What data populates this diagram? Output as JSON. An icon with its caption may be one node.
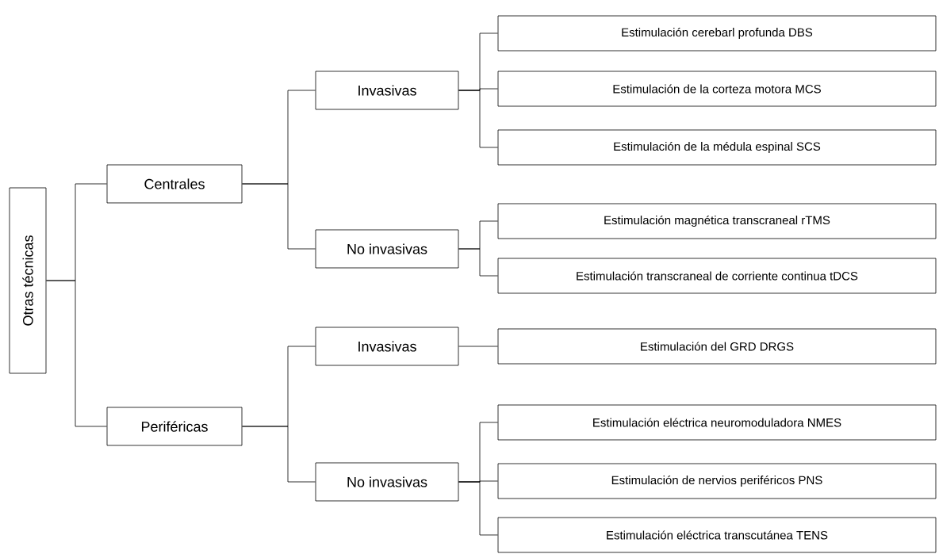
{
  "diagram": {
    "nodes": [
      {
        "text": [
          "Otras técnicas"
        ]
      },
      {
        "text": [
          "Centrales"
        ]
      },
      {
        "text": [
          "Periféricas"
        ]
      },
      {
        "text": [
          "Invasivas"
        ]
      },
      {
        "text": [
          "No invasivas"
        ]
      },
      {
        "text": [
          "Invasivas"
        ]
      },
      {
        "text": [
          "No invasivas"
        ]
      },
      {
        "text": [
          "Estimulación cerebarl profunda DBS"
        ]
      },
      {
        "text": [
          "Estimulación de la corteza motora MCS"
        ]
      },
      {
        "text": [
          "Estimulación de la médula espinal SCS"
        ]
      },
      {
        "text": [
          "Estimulación magnética transcraneal rTMS"
        ]
      },
      {
        "text": [
          "Estimulación transcraneal de corriente continua tDCS"
        ]
      },
      {
        "text": [
          "Estimulación del GRD DRGS"
        ]
      },
      {
        "text": [
          "Estimulación eléctrica neuromoduladora NMES"
        ]
      },
      {
        "text": [
          "Estimulación de nervios periféricos PNS"
        ]
      },
      {
        "text": [
          "Estimulación eléctrica transcutánea TENS"
        ]
      }
    ],
    "edges": [
      {
        "from": 0,
        "to": 1,
        "arrow": "none"
      },
      {
        "from": 0,
        "to": 2,
        "arrow": "none"
      },
      {
        "from": 1,
        "to": 3,
        "arrow": "none"
      },
      {
        "from": 1,
        "to": 4,
        "arrow": "none"
      },
      {
        "from": 2,
        "to": 5,
        "arrow": "none"
      },
      {
        "from": 2,
        "to": 6,
        "arrow": "none"
      },
      {
        "from": 3,
        "to": 7,
        "arrow": "none"
      },
      {
        "from": 3,
        "to": 8,
        "arrow": "none"
      },
      {
        "from": 3,
        "to": 9,
        "arrow": "none"
      },
      {
        "from": 4,
        "to": 10,
        "arrow": "none"
      },
      {
        "from": 4,
        "to": 11,
        "arrow": "none"
      },
      {
        "from": 5,
        "to": 12,
        "arrow": "none"
      },
      {
        "from": 6,
        "to": 13,
        "arrow": "none"
      },
      {
        "from": 6,
        "to": 14,
        "arrow": "none"
      },
      {
        "from": 6,
        "to": 15,
        "arrow": "none"
      }
    ]
  }
}
